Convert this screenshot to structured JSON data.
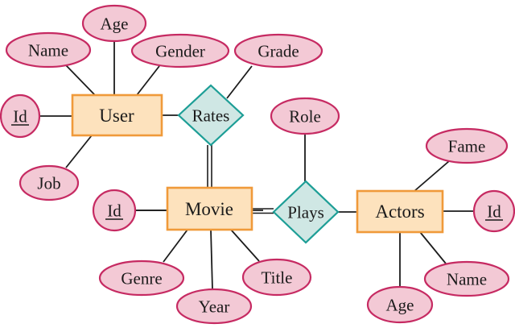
{
  "diagram": {
    "kind": "entity-relationship-diagram",
    "colors": {
      "attribute_fill": "#f3c9d5",
      "attribute_stroke": "#c62a62",
      "entity_fill": "#fde2bd",
      "entity_stroke": "#f09a3a",
      "relationship_fill": "#cfe7e4",
      "relationship_stroke": "#1d9e96",
      "line": "#1c1c1c",
      "text": "#1a1a1a"
    },
    "entities": [
      {
        "label": "User"
      },
      {
        "label": "Movie"
      },
      {
        "label": "Actors"
      }
    ],
    "relationships": [
      {
        "label": "Rates",
        "between": [
          "User",
          "Movie"
        ],
        "double_line_to": "Movie"
      },
      {
        "label": "Plays",
        "between": [
          "Movie",
          "Actors"
        ],
        "double_line_to": "Movie"
      }
    ],
    "attributes": [
      {
        "label": "Name",
        "owner": "User",
        "key": false
      },
      {
        "label": "Age",
        "owner": "User",
        "key": false
      },
      {
        "label": "Gender",
        "owner": "User",
        "key": false
      },
      {
        "label": "Grade",
        "owner": "Rates",
        "key": false
      },
      {
        "label": "Id",
        "owner": "User",
        "key": true
      },
      {
        "label": "Job",
        "owner": "User",
        "key": false
      },
      {
        "label": "Role",
        "owner": "Plays",
        "key": false
      },
      {
        "label": "Id",
        "owner": "Movie",
        "key": true
      },
      {
        "label": "Genre",
        "owner": "Movie",
        "key": false
      },
      {
        "label": "Year",
        "owner": "Movie",
        "key": false
      },
      {
        "label": "Title",
        "owner": "Movie",
        "key": false
      },
      {
        "label": "Fame",
        "owner": "Actors",
        "key": false
      },
      {
        "label": "Id",
        "owner": "Actors",
        "key": true
      },
      {
        "label": "Age",
        "owner": "Actors",
        "key": false
      },
      {
        "label": "Name",
        "owner": "Actors",
        "key": false
      }
    ]
  }
}
